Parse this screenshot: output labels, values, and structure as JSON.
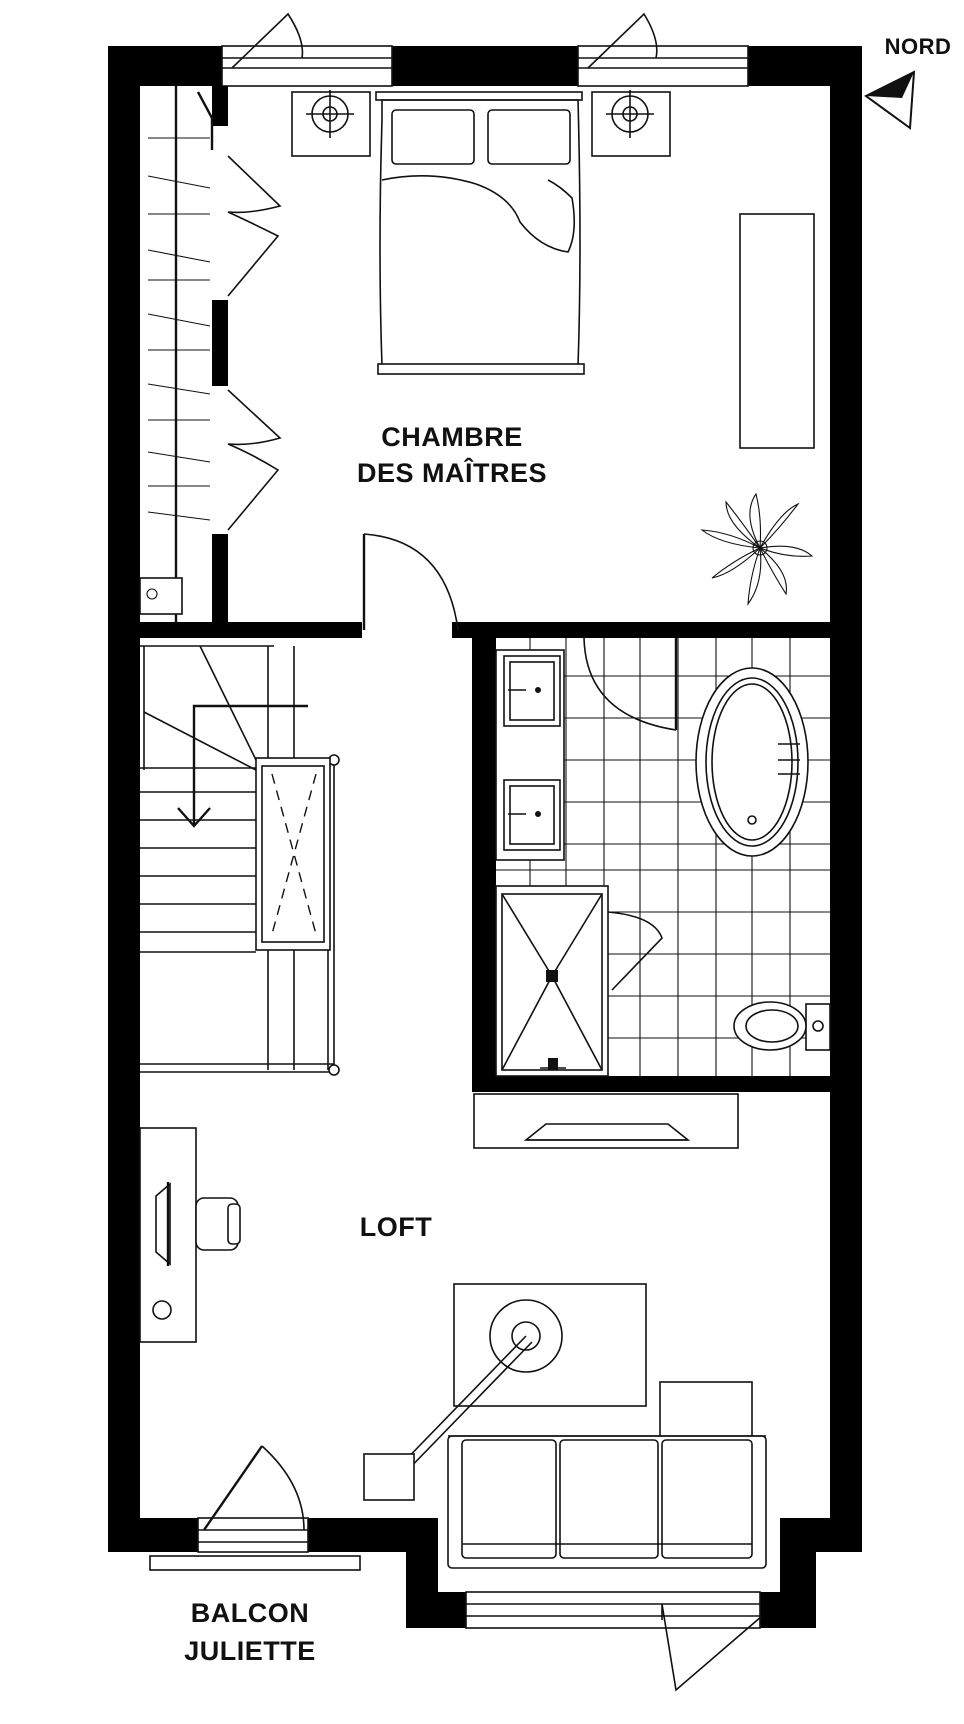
{
  "labels": {
    "north": "NORD",
    "bedroom_line1": "CHAMBRE",
    "bedroom_line2": "DES MAÎTRES",
    "loft": "LOFT",
    "balcony_line1": "BALCON",
    "balcony_line2": "JULIETTE"
  },
  "colors": {
    "wall": "#000000",
    "line": "#111111",
    "background": "#ffffff"
  },
  "icons": {
    "north_arrow": "north-arrow-icon",
    "plant": "plant-icon",
    "bed": "bed-icon"
  }
}
